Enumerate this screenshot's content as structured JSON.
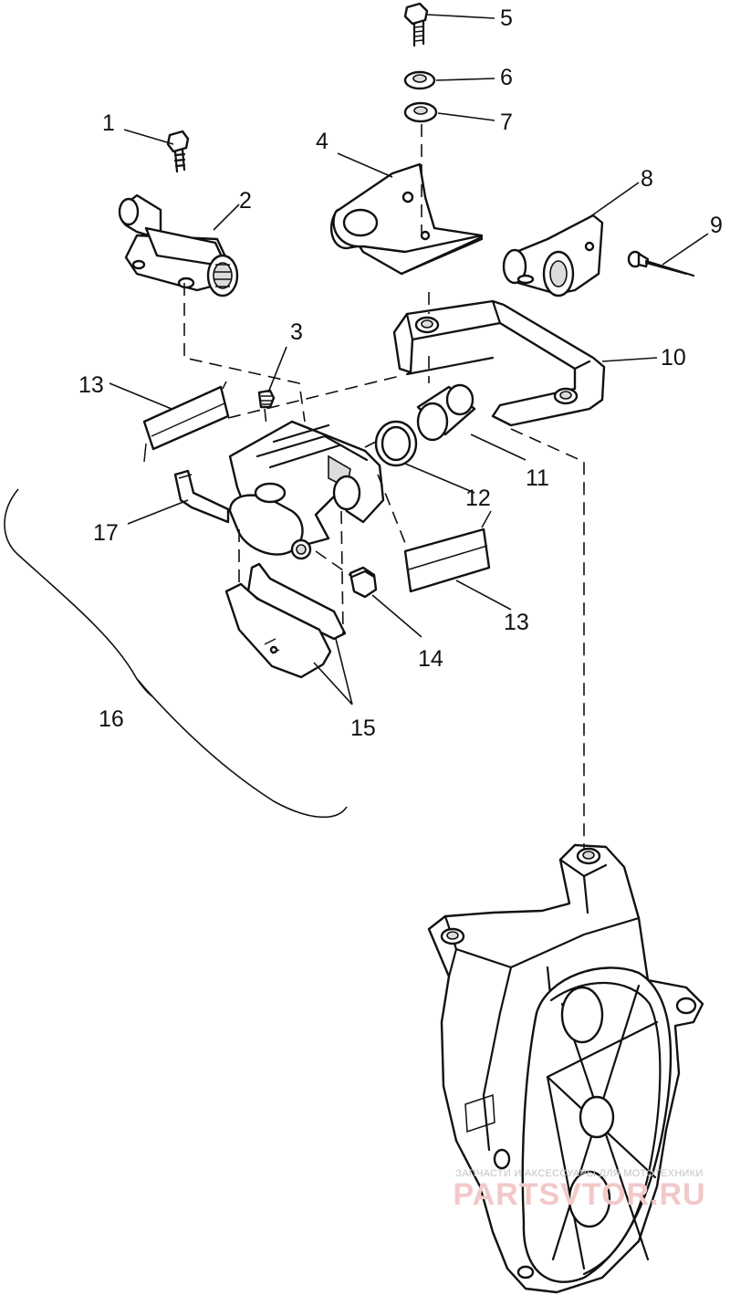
{
  "diagram": {
    "callouts": [
      "1",
      "2",
      "3",
      "4",
      "5",
      "6",
      "7",
      "8",
      "9",
      "10",
      "11",
      "12",
      "13",
      "13",
      "14",
      "15",
      "16",
      "17"
    ]
  },
  "watermark": {
    "tagline": "ЗАПЧАСТИ И АКСЕССУАРЫ ДЛЯ МОТОТЕХНИКИ",
    "brand": "PARTSVTOR.RU"
  }
}
